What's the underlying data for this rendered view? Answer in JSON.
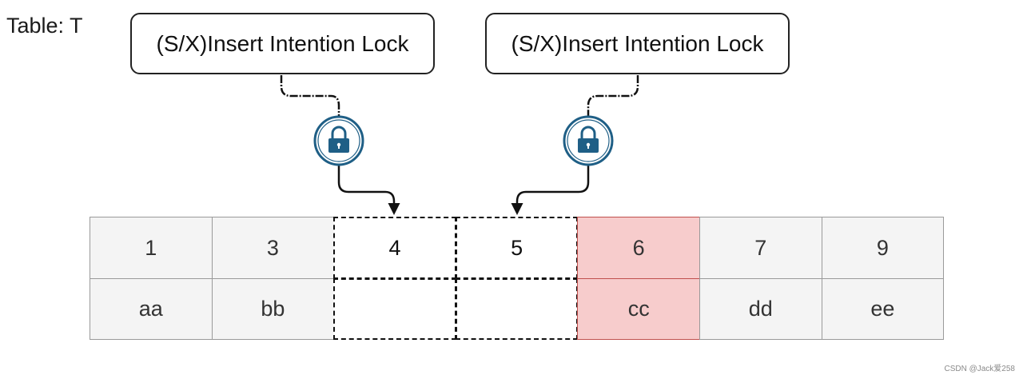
{
  "table_label": "Table: T",
  "locks": [
    {
      "label": "(S/X)Insert Intention Lock",
      "icon": "padlock-icon"
    },
    {
      "label": "(S/X)Insert Intention Lock",
      "icon": "padlock-icon"
    }
  ],
  "rows": [
    {
      "keys": [
        "1",
        "3",
        "4",
        "5",
        "6",
        "7",
        "9"
      ],
      "values": [
        "aa",
        "bb",
        "",
        "",
        "cc",
        "dd",
        "ee"
      ],
      "styles": [
        "solid",
        "solid",
        "dash",
        "dash",
        "hl",
        "solid",
        "solid"
      ]
    }
  ],
  "colors": {
    "lock_ring": "#1f5f86",
    "lock_body": "#1f5f86",
    "highlight_fill": "#f7cccc",
    "highlight_border": "#c0504d",
    "cell_fill": "#f4f4f4"
  },
  "watermark": "CSDN @Jack爱258"
}
